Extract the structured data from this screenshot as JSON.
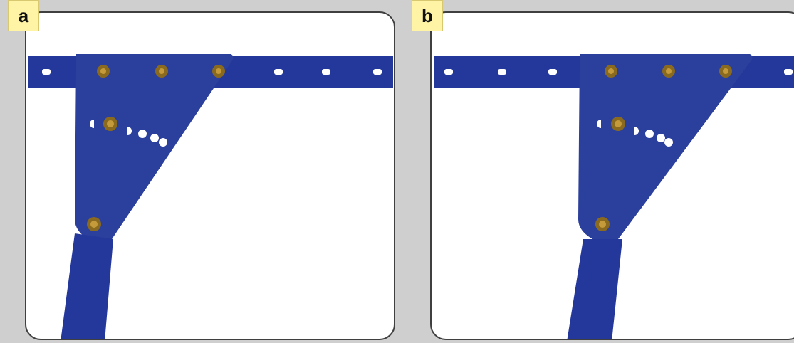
{
  "panels": [
    {
      "id": "a",
      "label": "a",
      "arm_side": "left"
    },
    {
      "id": "b",
      "label": "b",
      "arm_side": "right"
    }
  ],
  "colors": {
    "background": "#cfcfcf",
    "panel": "#ffffff",
    "panel_border": "#3f3f3f",
    "label_bg": "#fff3a6",
    "bracket": "#2b3f9c",
    "bar": "#24379a",
    "bolt": "#8a6a1e",
    "bolt_highlight": "#c49a3a",
    "hole": "#ffffff"
  },
  "icons": {
    "bolt": "bolt-icon",
    "hole": "hole-icon"
  }
}
